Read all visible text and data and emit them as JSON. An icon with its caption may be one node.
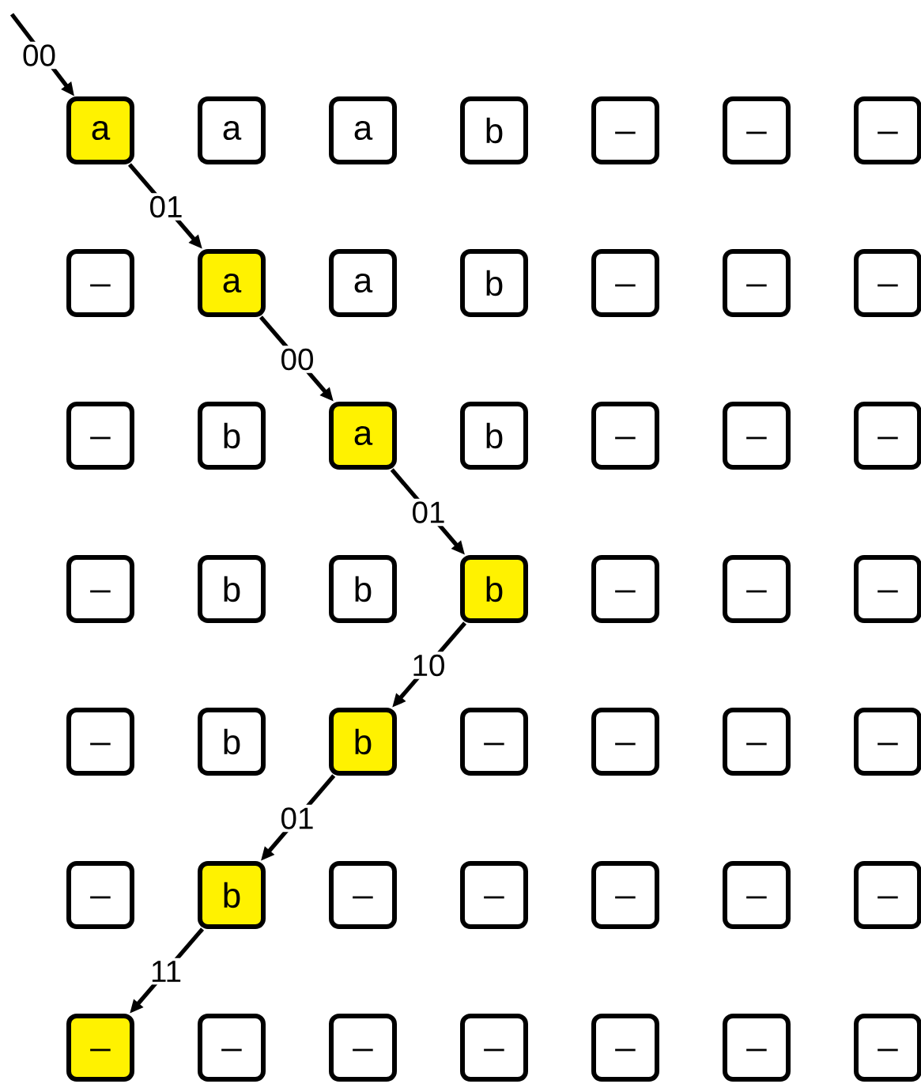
{
  "diagram": {
    "nodes": [
      {
        "text": [
          "a"
        ]
      },
      {
        "text": [
          "a"
        ]
      },
      {
        "text": [
          "a"
        ]
      },
      {
        "text": [
          "b"
        ]
      },
      {
        "text": [
          "_"
        ]
      },
      {
        "text": [
          "_"
        ]
      },
      {
        "text": [
          "_"
        ]
      },
      {
        "text": [
          "_"
        ]
      },
      {
        "text": [
          "a"
        ]
      },
      {
        "text": [
          "a"
        ]
      },
      {
        "text": [
          "b"
        ]
      },
      {
        "text": [
          "_"
        ]
      },
      {
        "text": [
          "_"
        ]
      },
      {
        "text": [
          "_"
        ]
      },
      {
        "text": [
          "_"
        ]
      },
      {
        "text": [
          "b"
        ]
      },
      {
        "text": [
          "a"
        ]
      },
      {
        "text": [
          "b"
        ]
      },
      {
        "text": [
          "_"
        ]
      },
      {
        "text": [
          "_"
        ]
      },
      {
        "text": [
          "_"
        ]
      },
      {
        "text": [
          "_"
        ]
      },
      {
        "text": [
          "b"
        ]
      },
      {
        "text": [
          "b"
        ]
      },
      {
        "text": [
          "b"
        ]
      },
      {
        "text": [
          "_"
        ]
      },
      {
        "text": [
          "_"
        ]
      },
      {
        "text": [
          "_"
        ]
      },
      {
        "text": [
          "_"
        ]
      },
      {
        "text": [
          "b"
        ]
      },
      {
        "text": [
          "b"
        ]
      },
      {
        "text": [
          "_"
        ]
      },
      {
        "text": [
          "_"
        ]
      },
      {
        "text": [
          "_"
        ]
      },
      {
        "text": [
          "_"
        ]
      },
      {
        "text": [
          "_"
        ]
      },
      {
        "text": [
          "b"
        ]
      },
      {
        "text": [
          "_"
        ]
      },
      {
        "text": [
          "_"
        ]
      },
      {
        "text": [
          "_"
        ]
      },
      {
        "text": [
          "_"
        ]
      },
      {
        "text": [
          "_"
        ]
      },
      {
        "text": [
          "_"
        ]
      },
      {
        "text": [
          "_"
        ]
      },
      {
        "text": [
          "_"
        ]
      },
      {
        "text": [
          "_"
        ]
      },
      {
        "text": [
          "_"
        ]
      },
      {
        "text": [
          "_"
        ]
      },
      {
        "text": [
          "_"
        ]
      }
    ],
    "edges": [
      {
        "from": null,
        "to": 0,
        "arrow": "to",
        "label": "00"
      },
      {
        "from": 0,
        "to": 8,
        "arrow": "to",
        "label": "01"
      },
      {
        "from": 8,
        "to": 16,
        "arrow": "to",
        "label": "00"
      },
      {
        "from": 16,
        "to": 24,
        "arrow": "to",
        "label": "01"
      },
      {
        "from": 24,
        "to": 30,
        "arrow": "to",
        "label": "10"
      },
      {
        "from": 30,
        "to": 36,
        "arrow": "to",
        "label": "01"
      },
      {
        "from": 36,
        "to": 42,
        "arrow": "to",
        "label": "11"
      }
    ]
  }
}
